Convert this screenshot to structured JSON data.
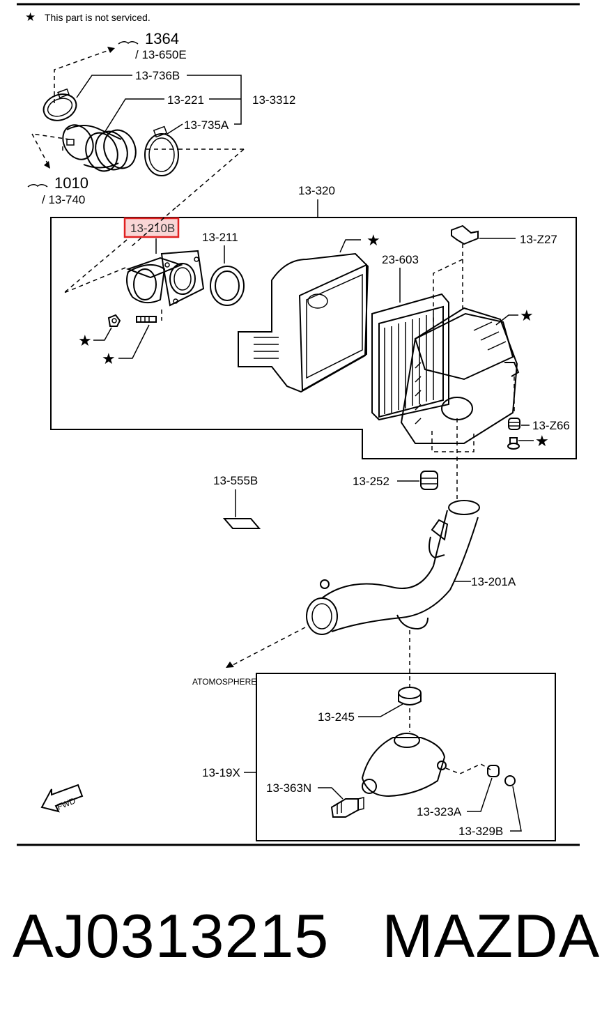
{
  "legend": {
    "symbol": "★",
    "text": "This part is not serviced."
  },
  "references": [
    {
      "id": "ref-1364",
      "main": "1364",
      "sub": "/ 13-650E"
    },
    {
      "id": "ref-1010",
      "main": "1010",
      "sub": "/ 13-740"
    }
  ],
  "callouts": {
    "p13_736B": "13-736B",
    "p13_221": "13-221",
    "p13_3312": "13-3312",
    "p13_735A": "13-735A",
    "p13_320": "13-320",
    "p13_210B": "13-210B",
    "p13_211": "13-211",
    "p23_603": "23-603",
    "p13_Z27": "13-Z27",
    "p13_Z66": "13-Z66",
    "p13_555B": "13-555B",
    "p13_252": "13-252",
    "p13_201A": "13-201A",
    "atmosphere": "ATOMOSPHERE",
    "p13_245": "13-245",
    "p13_19X": "13-19X",
    "p13_363N": "13-363N",
    "p13_323A": "13-323A",
    "p13_329B": "13-329B",
    "fwd": "FWD"
  },
  "highlight": {
    "part": "13-210B",
    "color": "#e02020",
    "fill": "#f9d6d6"
  },
  "caption": {
    "part_number": "AJ0313215",
    "brand": "MAZDA"
  }
}
